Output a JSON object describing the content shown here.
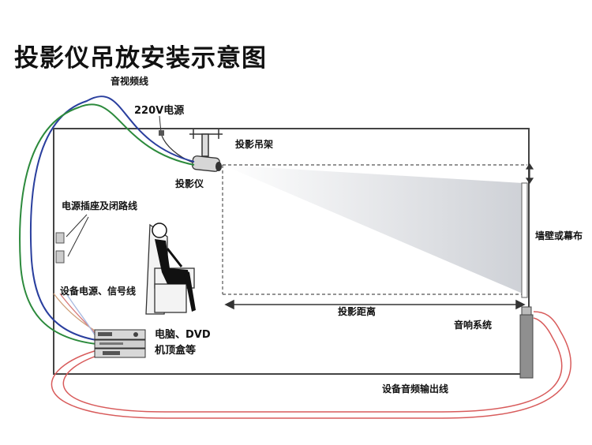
{
  "title": "投影仪吊放安装示意图",
  "labels": {
    "av_cable": "音视频线",
    "power_220v": "220V电源",
    "projector_mount": "投影吊架",
    "projector": "投影仪",
    "power_socket": "电源插座及闭路线",
    "device_power_signal": "设备电源、信号线",
    "device_line1": "电脑、DVD",
    "device_line2": "机顶盒等",
    "wall_or_screen": "墙壁或幕布",
    "projection_distance": "投影距离",
    "speaker_system": "音响系统",
    "audio_output_cable": "设备音频输出线"
  }
}
